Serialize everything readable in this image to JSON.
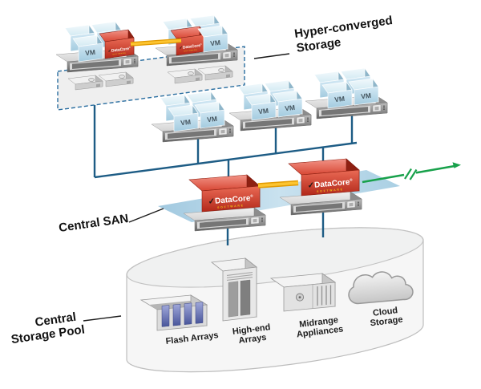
{
  "labels": {
    "hyper_converged_1": "Hyper-converged",
    "hyper_converged_2": "Storage",
    "central_san": "Central SAN",
    "storage_pool_1": "Central",
    "storage_pool_2": "Storage Pool"
  },
  "vm": "VM",
  "logo": {
    "check": "✓",
    "name": "DataCore",
    "reg": "®",
    "sub": "SOFTWARE"
  },
  "pool_items": [
    {
      "line1": "Flash Arrays",
      "line2": ""
    },
    {
      "line1": "High-end",
      "line2": "Arrays"
    },
    {
      "line1": "Midrange",
      "line2": "Appliances"
    },
    {
      "line1": "Cloud",
      "line2": "Storage"
    }
  ],
  "colors": {
    "bus_line": "#1d5c85",
    "mirror_link": "#f6b40a",
    "remote_arrow": "#18a14b",
    "vm_cube": "#b9d8e9",
    "datacore_red": "#cf3a28",
    "san_plane": "#aed2e6",
    "dashed_zone_border": "#2a6ea0",
    "flash_module": "#5d6aad"
  }
}
